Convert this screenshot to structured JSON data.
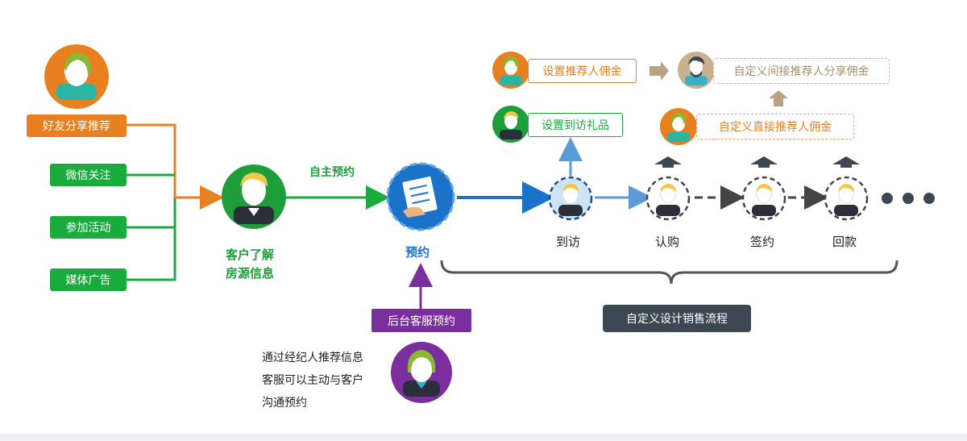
{
  "sources": [
    "好友分享推荐",
    "微信关注",
    "参加活动",
    "媒体广告"
  ],
  "customer_label": [
    "客户了解",
    "房源信息"
  ],
  "self_booking_label": "自主预约",
  "booking_label": "预约",
  "backend_booking_label": "后台客服预约",
  "note_lines": [
    "通过经纪人推荐信息",
    "客服可以主动与客户",
    "沟通预约"
  ],
  "stages": [
    "到访",
    "认购",
    "签约",
    "回款"
  ],
  "ellipsis": "● ● ●",
  "custom_flow_label": "自定义设计销售流程",
  "visit_gift_label": "设置到访礼品",
  "set_referrer_commission_label": "设置推荐人佣金",
  "indirect_commission_label": "自定义间接推荐人分享佣金",
  "direct_commission_label": "自定义直接推荐人佣金",
  "colors": {
    "orange": "#e8801f",
    "green": "#1aab3d",
    "blue": "#1a73c8",
    "light_blue": "#5b9bd5",
    "purple": "#7b2f9e",
    "dark": "#3d4752",
    "tan": "#b8a282"
  }
}
